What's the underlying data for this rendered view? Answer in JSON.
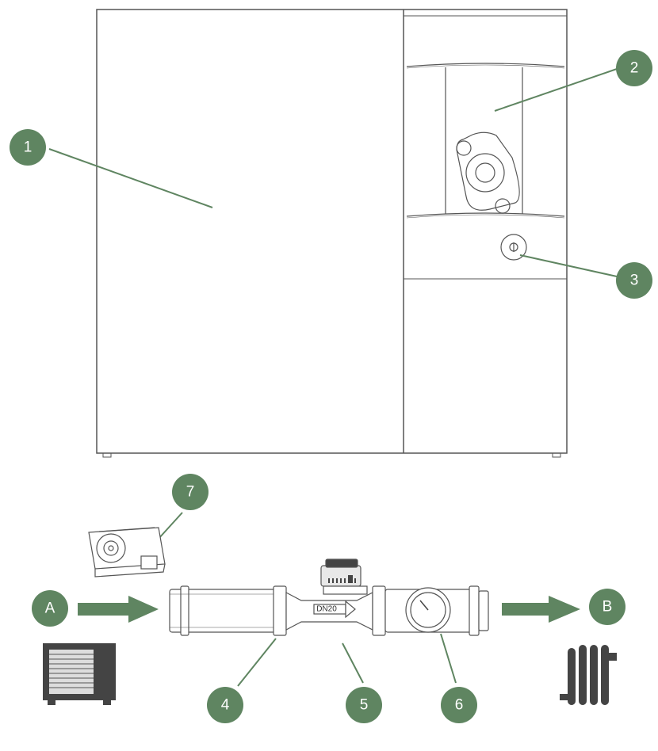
{
  "colors": {
    "badge": "#5f8561",
    "arrow": "#5f8561",
    "leader": "#5f8561",
    "outline": "#555555",
    "device_dark": "#444444"
  },
  "labels": {
    "c1": "1",
    "c2": "2",
    "c3": "3",
    "c4": "4",
    "c5": "5",
    "c6": "6",
    "c7": "7",
    "inlet": "A",
    "outlet": "B",
    "pipe_size": "DN20"
  },
  "icons": [
    "heat-pump-unit-icon",
    "radiator-icon",
    "flow-arrow-icon",
    "pressure-gauge-icon",
    "pump-icon"
  ]
}
